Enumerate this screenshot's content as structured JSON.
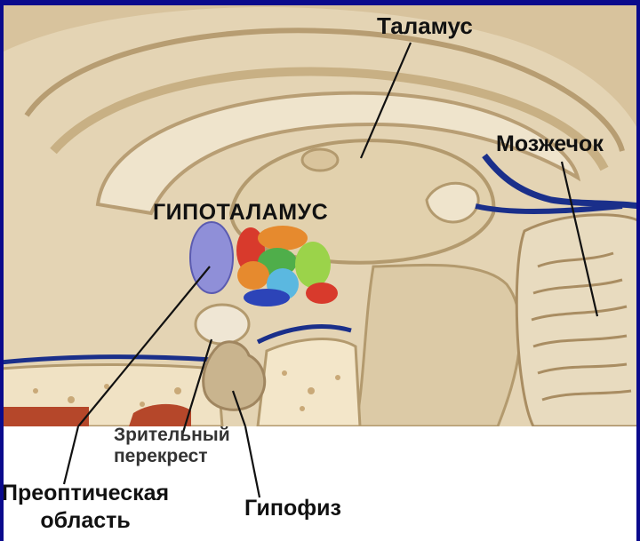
{
  "labels": {
    "thalamus": "Таламус",
    "cerebellum": "Мозжечок",
    "hypothalamus": "ГИПОТАЛАМУС",
    "optic_chiasm_line1": "Зрительный",
    "optic_chiasm_line2": "перекрест",
    "preoptic_line1": "Преоптическая",
    "preoptic_line2": "область",
    "pituitary": "Гипофиз"
  },
  "colors": {
    "frame": "#0a0a8c",
    "tissue": "#e9dcc3",
    "tissue_dark": "#c9b48e",
    "vessel": "#1a2f8a",
    "nucleus_violet": "#8f8fd8",
    "nucleus_red": "#d83a2c",
    "nucleus_orange": "#e68a2e",
    "nucleus_green": "#4fae4a",
    "nucleus_lightgreen": "#9bd34a",
    "nucleus_cyan": "#5bb8e0",
    "nucleus_blue": "#2c44b8",
    "bone_red": "#b5472a"
  }
}
